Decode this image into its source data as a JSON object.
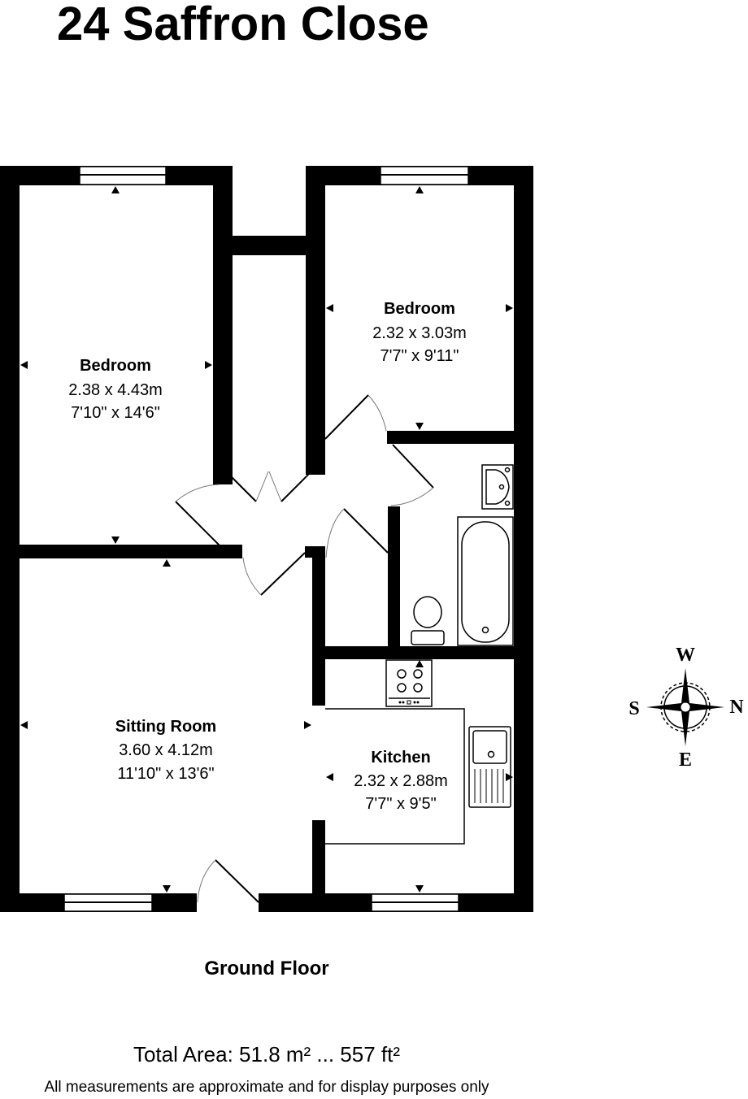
{
  "header": {
    "title": "24 Saffron Close"
  },
  "rooms": [
    {
      "id": "bedroom-1",
      "name": "Bedroom",
      "metric": "2.38 x 4.43m",
      "imperial": "7'10\" x 14'6\""
    },
    {
      "id": "bedroom-2",
      "name": "Bedroom",
      "metric": "2.32 x 3.03m",
      "imperial": "7'7\" x 9'11\""
    },
    {
      "id": "sitting-room",
      "name": "Sitting Room",
      "metric": "3.60 x 4.12m",
      "imperial": "11'10\" x 13'6\""
    },
    {
      "id": "kitchen",
      "name": "Kitchen",
      "metric": "2.32 x 2.88m",
      "imperial": "7'7\" x 9'5\""
    }
  ],
  "compass": {
    "top": "W",
    "bottom": "E",
    "left": "S",
    "right": "N"
  },
  "footer": {
    "floor_label": "Ground Floor",
    "total_area": "Total Area: 51.8 m² ... 557 ft²",
    "disclaimer": "All measurements are approximate and for display purposes only"
  },
  "colors": {
    "wall": "#000000",
    "background": "#ffffff",
    "fixture_line": "#000000",
    "door_arc": "#777777"
  }
}
